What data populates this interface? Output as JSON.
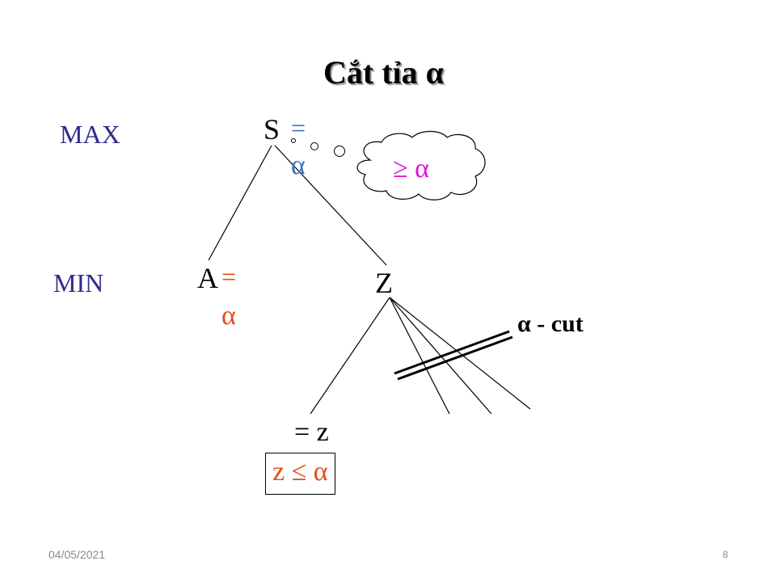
{
  "slide": {
    "title": "Cắt tỉa α",
    "levels": {
      "max": "MAX",
      "min": "MIN"
    },
    "nodes": {
      "s": {
        "label": "S",
        "eq": "=",
        "alpha": "α"
      },
      "a": {
        "label": "A",
        "eq": "=",
        "alpha": "α"
      },
      "z": {
        "label": "Z"
      }
    },
    "thought_bubble": "≥ α",
    "cut_label": "α - cut",
    "leaf_value": "= z",
    "condition": "z ≤ α",
    "footer": {
      "date": "04/05/2021",
      "page": "8"
    }
  },
  "colors": {
    "blue": "#3a6fd0",
    "orange": "#e04e14",
    "magenta": "#e010d8",
    "level": "#2e2a8c"
  }
}
